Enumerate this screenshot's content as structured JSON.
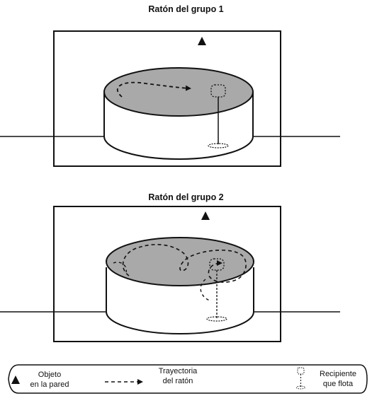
{
  "panels": [
    {
      "title": "Ratón del grupo 1"
    },
    {
      "title": "Ratón del grupo 2"
    }
  ],
  "legend": {
    "wall_object_line1": "Objeto",
    "wall_object_line2": "en la pared",
    "path_line1": "Trayectoria",
    "path_line2": "del ratón",
    "platform_line1": "Recipiente",
    "platform_line2": "que flota"
  },
  "colors": {
    "pool_water": "#a9a9a9",
    "stroke": "#111111"
  },
  "icons": [
    "triangle-icon",
    "dashed-arrow-icon",
    "floating-container-icon"
  ]
}
